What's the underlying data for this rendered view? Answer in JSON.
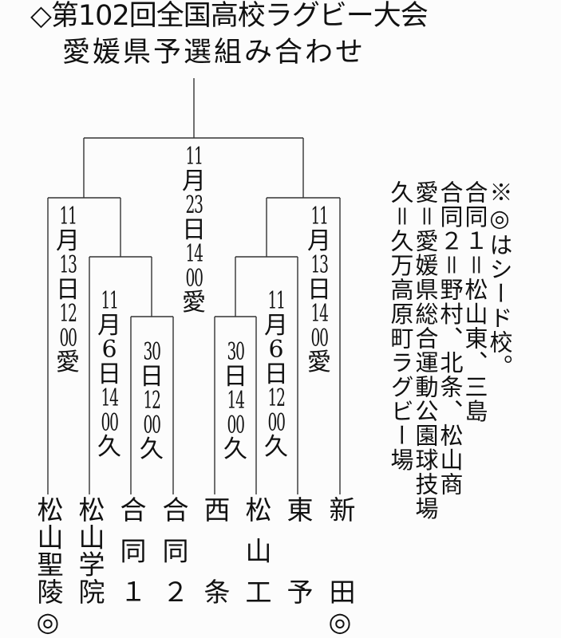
{
  "title": {
    "line1": "◇第102回全国高校ラグビー大会",
    "line2": "愛媛県予選組み合わせ"
  },
  "matches": [
    {
      "round": "final",
      "tokens": [
        "11",
        "月",
        "23",
        "日",
        "14",
        "00",
        "愛"
      ]
    },
    {
      "round": "semifinal-left",
      "tokens": [
        "11",
        "月",
        "13",
        "日",
        "12",
        "00",
        "愛"
      ]
    },
    {
      "round": "semifinal-right",
      "tokens": [
        "11",
        "月",
        "13",
        "日",
        "14",
        "00",
        "愛"
      ]
    },
    {
      "round": "quarterfinal-left",
      "tokens": [
        "11",
        "月",
        "6",
        "日",
        "14",
        "00",
        "久"
      ]
    },
    {
      "round": "quarterfinal-right",
      "tokens": [
        "11",
        "月",
        "6",
        "日",
        "12",
        "00",
        "久"
      ]
    },
    {
      "round": "first-round-left",
      "tokens": [
        "30",
        "日",
        "12",
        "00",
        "久"
      ]
    },
    {
      "round": "first-round-right",
      "tokens": [
        "30",
        "日",
        "14",
        "00",
        "久"
      ]
    }
  ],
  "teams": [
    {
      "name": "松山聖陵",
      "seed_mark": "◎"
    },
    {
      "name": "松山学院"
    },
    {
      "name": "合同１"
    },
    {
      "name": "合同２"
    },
    {
      "name": "西条"
    },
    {
      "name": "松山工"
    },
    {
      "name": "東予"
    },
    {
      "name": "新田",
      "seed_mark": "◎"
    }
  ],
  "notes": [
    "※◎はシード校。",
    "合同１＝松山東、三島",
    "合同２＝野村、北条、松山商",
    "愛＝愛媛県総合運動公園球技場",
    "久＝久万高原町ラグビー場"
  ]
}
